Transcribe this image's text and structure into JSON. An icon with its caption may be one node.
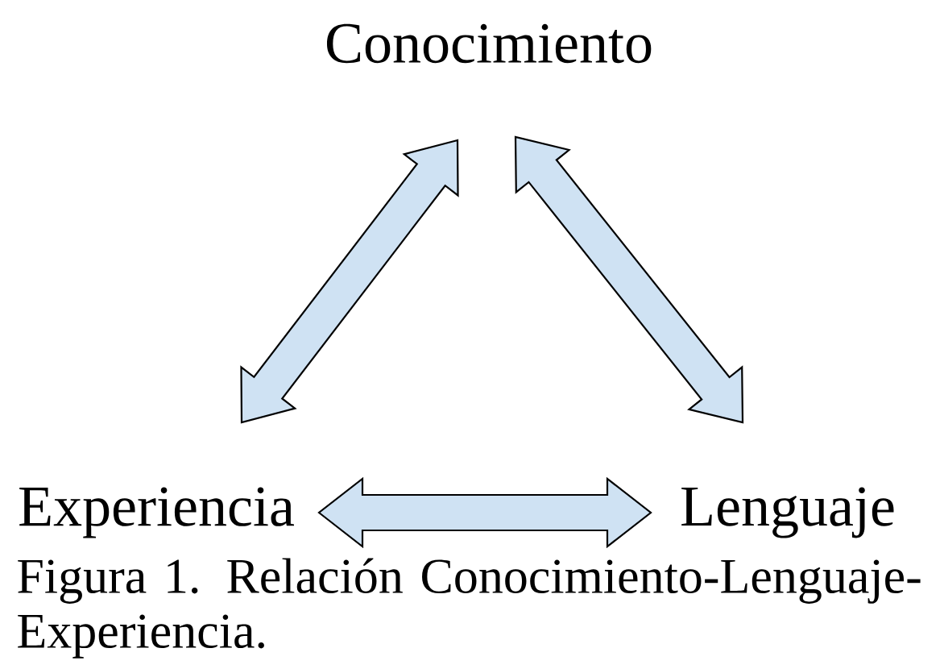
{
  "diagram": {
    "caption": "Figura 1. Relación Conocimiento-Lenguaje-Experiencia.",
    "nodes": [
      {
        "text": [
          "Conocimiento"
        ]
      },
      {
        "text": [
          "Experiencia"
        ]
      },
      {
        "text": [
          "Lenguaje"
        ]
      }
    ],
    "edges": [
      {
        "from": 0,
        "to": 1,
        "arrow": "both"
      },
      {
        "from": 0,
        "to": 2,
        "arrow": "both"
      },
      {
        "from": 1,
        "to": 2,
        "arrow": "both"
      }
    ]
  }
}
